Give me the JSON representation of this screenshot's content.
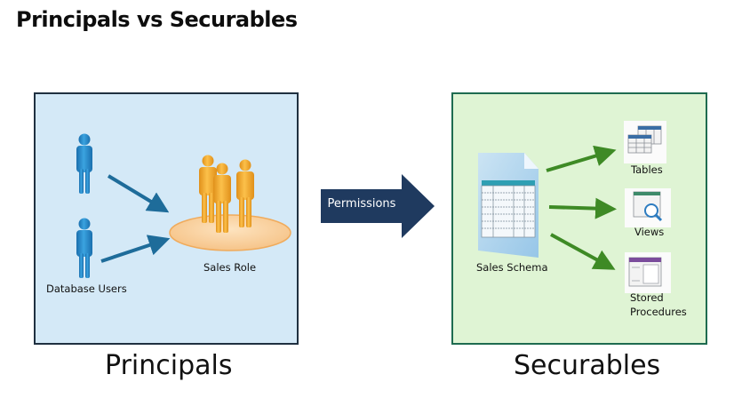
{
  "title": "Principals vs Securables",
  "principals": {
    "caption": "Principals",
    "users_label": "Database Users",
    "role_label": "Sales Role",
    "colors": {
      "background": "#d4e9f7",
      "border": "#1f3040",
      "user": "#2a8fd0",
      "role": "#f2a92c",
      "arrow": "#1e6c9a"
    }
  },
  "permissions": {
    "label": "Permissions",
    "color": "#1f3a5f"
  },
  "securables": {
    "caption": "Securables",
    "schema_label": "Sales Schema",
    "items": [
      {
        "label": "Tables",
        "icon": "tables-icon"
      },
      {
        "label": "Views",
        "icon": "views-icon"
      },
      {
        "label": "Stored",
        "label2": "Procedures",
        "icon": "stored-procedures-icon"
      }
    ],
    "colors": {
      "background": "#dff4d4",
      "border": "#1e6b50",
      "arrow": "#3e8a25"
    }
  }
}
